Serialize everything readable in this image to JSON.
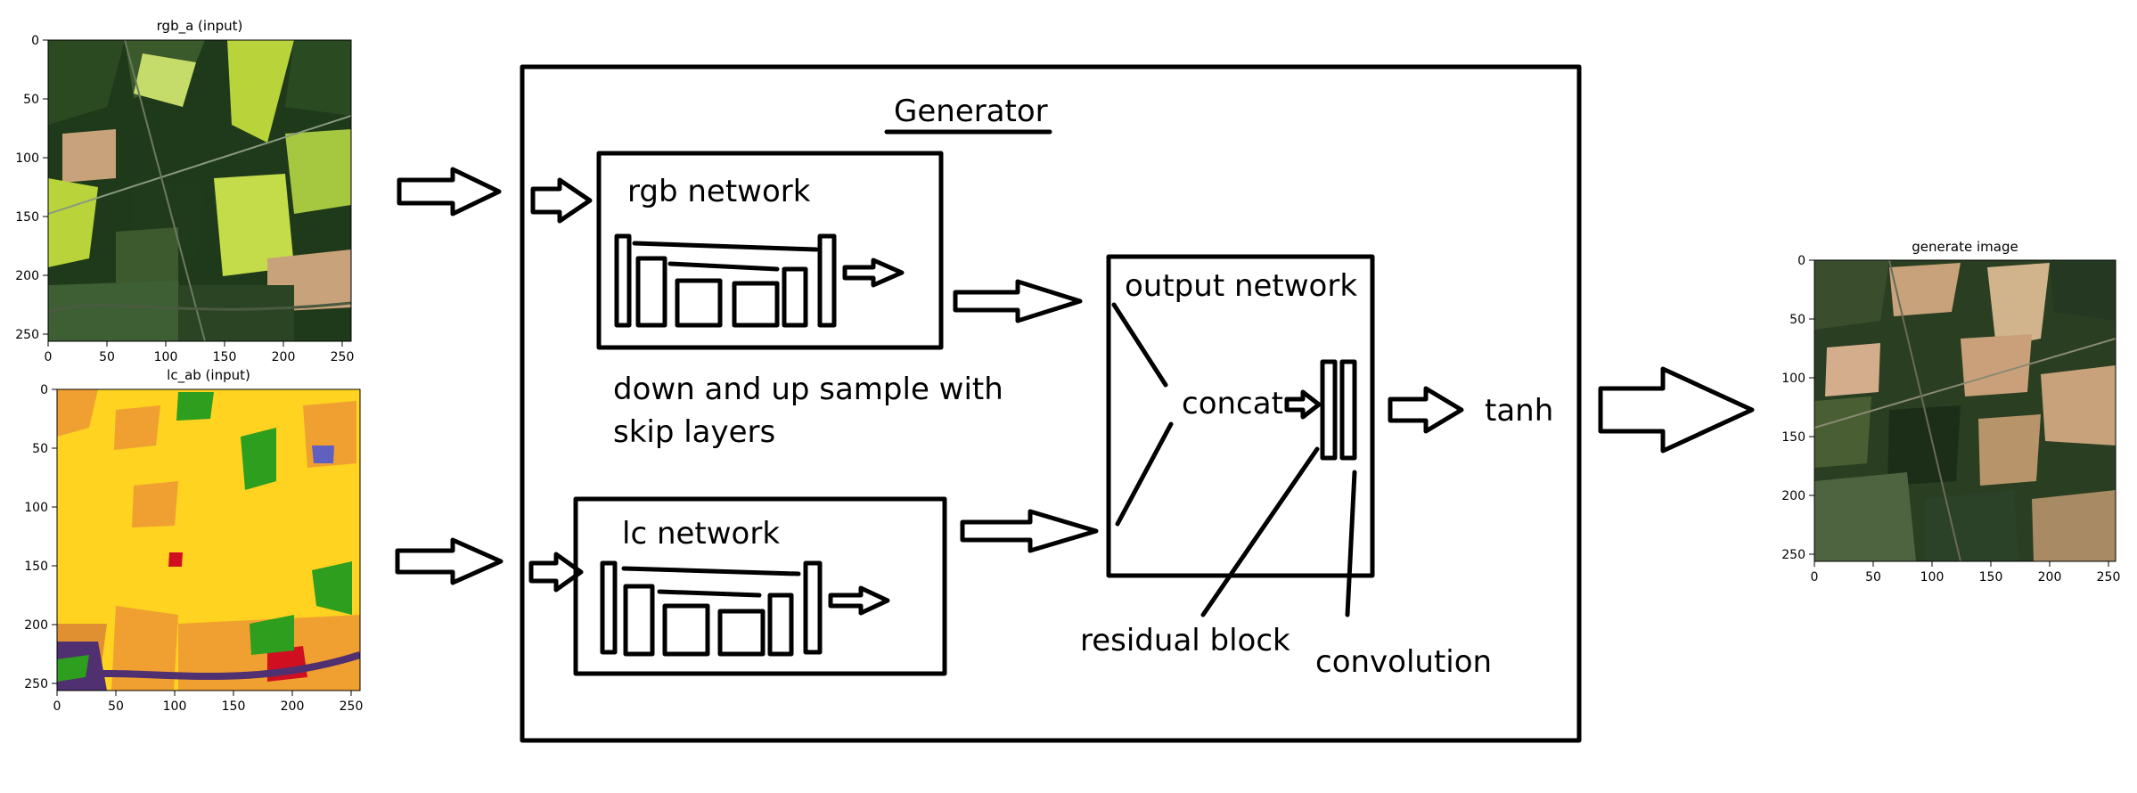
{
  "plots": {
    "rgb_a": {
      "title": "rgb_a (input)",
      "yticks": [
        "0",
        "50",
        "100",
        "150",
        "200",
        "250"
      ],
      "xticks": [
        "0",
        "50",
        "100",
        "150",
        "200",
        "250"
      ]
    },
    "lc_ab": {
      "title": "lc_ab (input)",
      "yticks": [
        "0",
        "50",
        "100",
        "150",
        "200",
        "250"
      ],
      "xticks": [
        "0",
        "50",
        "100",
        "150",
        "200",
        "250"
      ]
    },
    "generated": {
      "title": "generate image",
      "yticks": [
        "0",
        "50",
        "100",
        "150",
        "200",
        "250"
      ],
      "xticks": [
        "0",
        "50",
        "100",
        "150",
        "200",
        "250"
      ]
    }
  },
  "diagram": {
    "generator_title": "Generator",
    "rgb_network_label": "rgb network",
    "sample_note_line1": "down and up sample with",
    "sample_note_line2": "skip layers",
    "lc_network_label": "lc network",
    "output_network_label": "output network",
    "concat_label": "concat",
    "tanh_label": "tanh",
    "residual_block_label": "residual block",
    "convolution_label": "convolution"
  },
  "colors": {
    "field_dark": "#1f3a1a",
    "field_lime": "#b8d43a",
    "field_tan": "#c8a27a",
    "lc_yellow": "#ffd320",
    "lc_orange": "#f0a030",
    "lc_green": "#2e9e1e",
    "lc_red": "#d01020",
    "lc_purple": "#503070"
  }
}
